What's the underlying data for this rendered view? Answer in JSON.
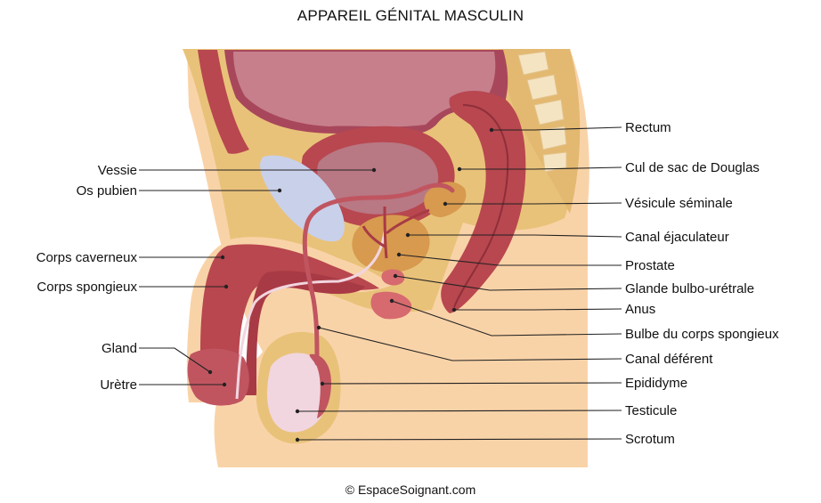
{
  "title": "APPAREIL GÉNITAL MASCULIN",
  "credit": "© EspaceSoignant.com",
  "labels": {
    "vessie": "Vessie",
    "os_pubien": "Os pubien",
    "corps_caverneux": "Corps caverneux",
    "corps_spongieux": "Corps spongieux",
    "gland": "Gland",
    "uretre": "Urètre",
    "rectum": "Rectum",
    "cul_de_sac": "Cul de sac de Douglas",
    "vesicule": "Vésicule séminale",
    "canal_ejac": "Canal éjaculateur",
    "prostate": "Prostate",
    "glande_bulbo": "Glande bulbo-urétrale",
    "anus": "Anus",
    "bulbe": "Bulbe du corps spongieux",
    "canal_deferent": "Canal déférent",
    "epididyme": "Epididyme",
    "testicule": "Testicule",
    "scrotum": "Scrotum"
  },
  "colors": {
    "skin": "#f9d3a8",
    "fat": "#e9c27a",
    "muscle": "#b8474f",
    "muscle_dark": "#8e2f3a",
    "bladder_inner": "#b87884",
    "bone": "#c9d0ea",
    "vertebra": "#f5e4c2",
    "prostate": "#d79a4e",
    "testis": "#f1d6e0"
  }
}
